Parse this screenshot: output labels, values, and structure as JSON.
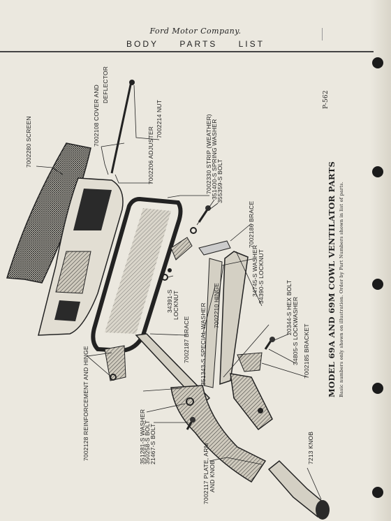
{
  "header": {
    "brand": "Ford Motor Company.",
    "words": [
      "BODY",
      "PARTS",
      "LIST"
    ]
  },
  "page_number": "P-562",
  "title": {
    "main": "MODEL 69A AND 69M COWL VENTILATOR PARTS",
    "sub": "Basic numbers only shown on illustration.  Order by Part Numbers shown in list of parts."
  },
  "callouts": {
    "screen": "7002280 SCREEN",
    "cover": "7002108 COVER AND",
    "deflector": "DEFLECTOR",
    "nut": "7002214 NUT",
    "adjuster": "7002206 ADJUSTER",
    "strip": "7002330 STRIP (WEATHER)",
    "spring_washer": "351400-S SPRING WASHER",
    "bolt_355359": "355359-S BOLT",
    "brace_7002186": "7002186 BRACE",
    "washer_34745": "34745-S WASHER",
    "locknut_34390": "34390-S LOCKNUT",
    "hex_bolt": "20344-S HEX BOLT",
    "lockwasher": "34805-S LOCKWASHER",
    "bracket": "7002185 BRACKET",
    "locknut_34391_a": "34391-S",
    "locknut_34391_b": "LOCKNUT",
    "brace_7002187": "7002187 BRACE",
    "special_washer": "351343-S SPECIAL WASHER",
    "hinge": "7002210 HINGE",
    "reinforcement": "7002128 REINFORCEMENT AND HINGE",
    "washer_351281": "351281-S WASHER",
    "bolt_350258": "350258-S BOLT",
    "bolt_21467": "21467-S BOLT",
    "plate": "7002117 PLATE, ARM",
    "and_knob": "AND KNOB",
    "knob": "7213 KNOB"
  }
}
